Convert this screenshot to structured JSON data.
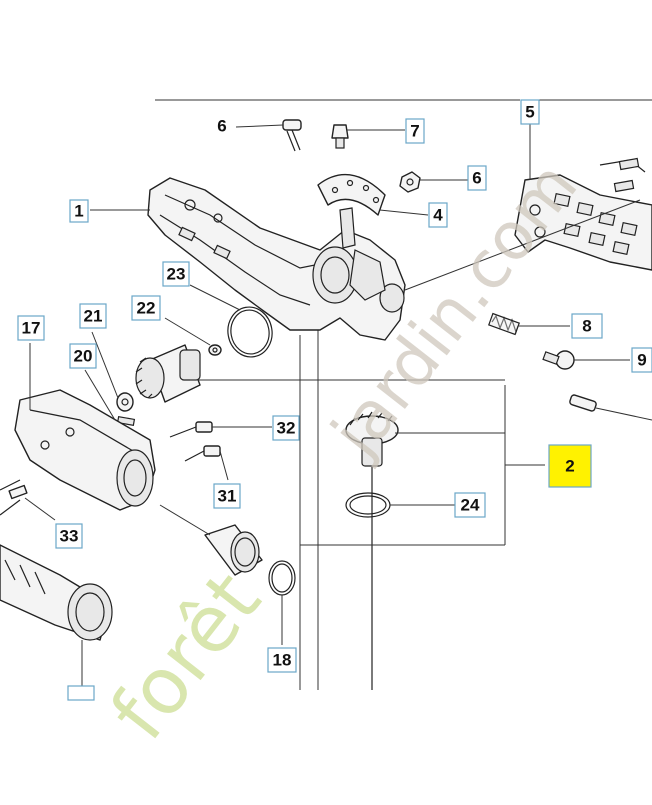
{
  "callouts": {
    "c1": "1",
    "c2": "2",
    "c4": "4",
    "c5": "5",
    "c6a": "6",
    "c6b": "6",
    "c7": "7",
    "c8": "8",
    "c9": "9",
    "c17": "17",
    "c18": "18",
    "c20": "20",
    "c21": "21",
    "c22": "22",
    "c23": "23",
    "c24": "24",
    "c31": "31",
    "c32": "32",
    "c33": "33"
  },
  "highlight_color": "#fff200",
  "watermark": {
    "green_part": "forêt",
    "grey_part": "jardin.com",
    "note": "watermark drawn as diagonal lettering"
  }
}
